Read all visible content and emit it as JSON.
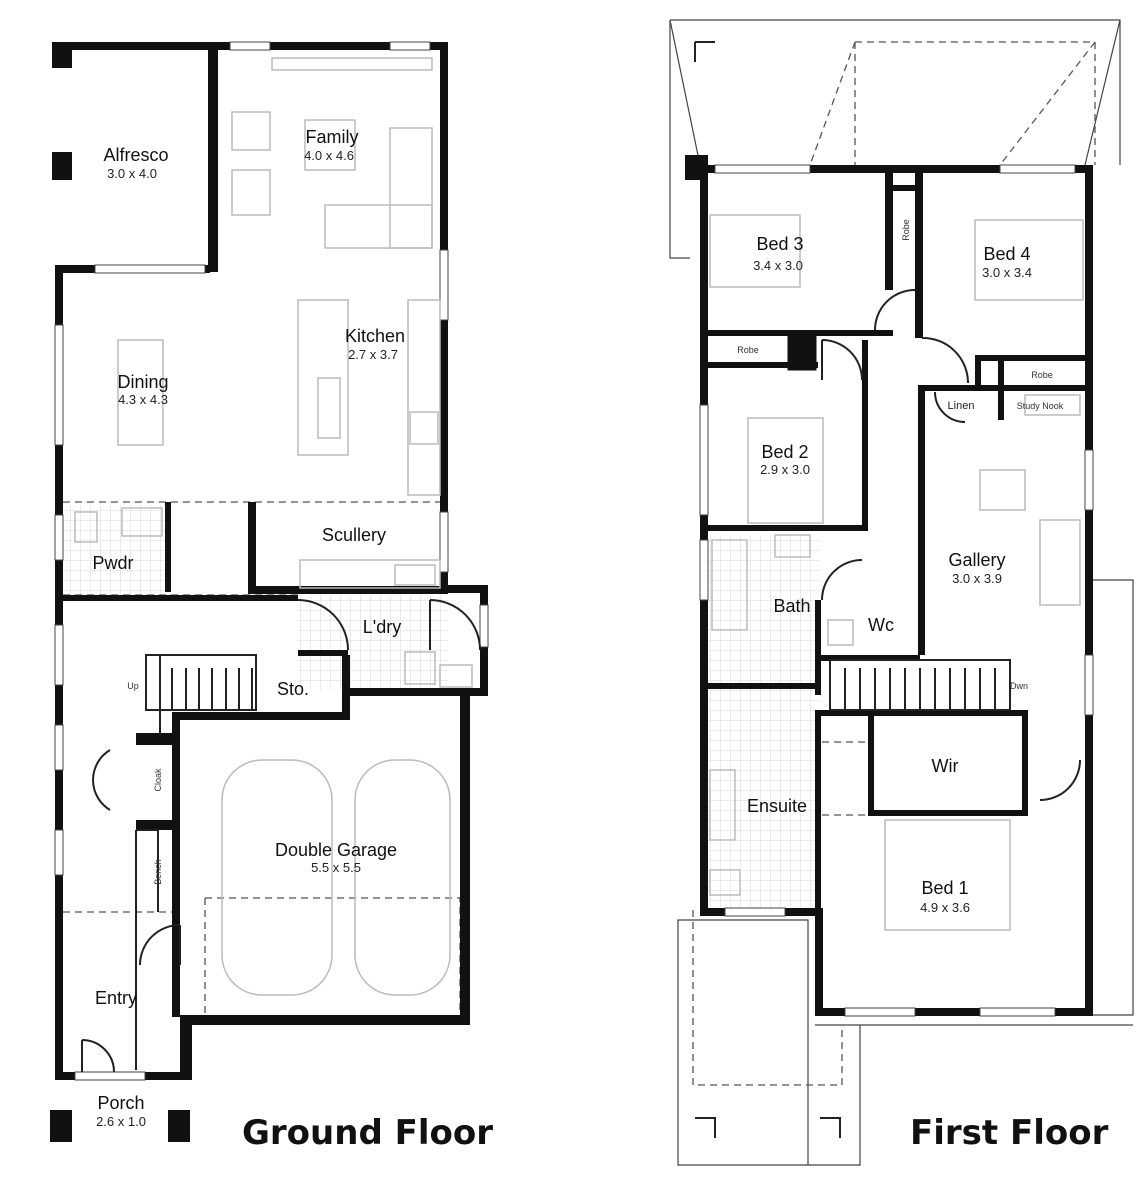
{
  "ground_floor": {
    "title": "Ground Floor",
    "rooms": {
      "alfresco": {
        "name": "Alfresco",
        "dims": "3.0 x 4.0"
      },
      "family": {
        "name": "Family",
        "dims": "4.0 x 4.6"
      },
      "kitchen": {
        "name": "Kitchen",
        "dims": "2.7 x 3.7"
      },
      "dining": {
        "name": "Dining",
        "dims": "4.3 x 4.3"
      },
      "scullery": {
        "name": "Scullery"
      },
      "pwdr": {
        "name": "Pwdr"
      },
      "laundry": {
        "name": "L'dry"
      },
      "storage": {
        "name": "Sto."
      },
      "stairs": {
        "name": "Up"
      },
      "cloak": {
        "name": "Cloak"
      },
      "bench": {
        "name": "Bench"
      },
      "garage": {
        "name": "Double Garage",
        "dims": "5.5 x 5.5"
      },
      "entry": {
        "name": "Entry"
      },
      "porch": {
        "name": "Porch",
        "dims": "2.6 x 1.0"
      }
    }
  },
  "first_floor": {
    "title": "First Floor",
    "rooms": {
      "bed3": {
        "name": "Bed 3",
        "dims": "3.4 x 3.0"
      },
      "robe_bed3": {
        "name": "Robe"
      },
      "bed4": {
        "name": "Bed 4",
        "dims": "3.0 x 3.4"
      },
      "robe_bed2": {
        "name": "Robe"
      },
      "robe_bed4": {
        "name": "Robe"
      },
      "linen": {
        "name": "Linen"
      },
      "study_nook": {
        "name": "Study Nook"
      },
      "bed2": {
        "name": "Bed 2",
        "dims": "2.9 x 3.0"
      },
      "gallery": {
        "name": "Gallery",
        "dims": "3.0 x 3.9"
      },
      "bath": {
        "name": "Bath"
      },
      "wc": {
        "name": "Wc"
      },
      "stairs": {
        "name": "Dwn"
      },
      "wir": {
        "name": "Wir"
      },
      "ensuite": {
        "name": "Ensuite"
      },
      "bed1": {
        "name": "Bed 1",
        "dims": "4.9 x 3.6"
      }
    }
  }
}
